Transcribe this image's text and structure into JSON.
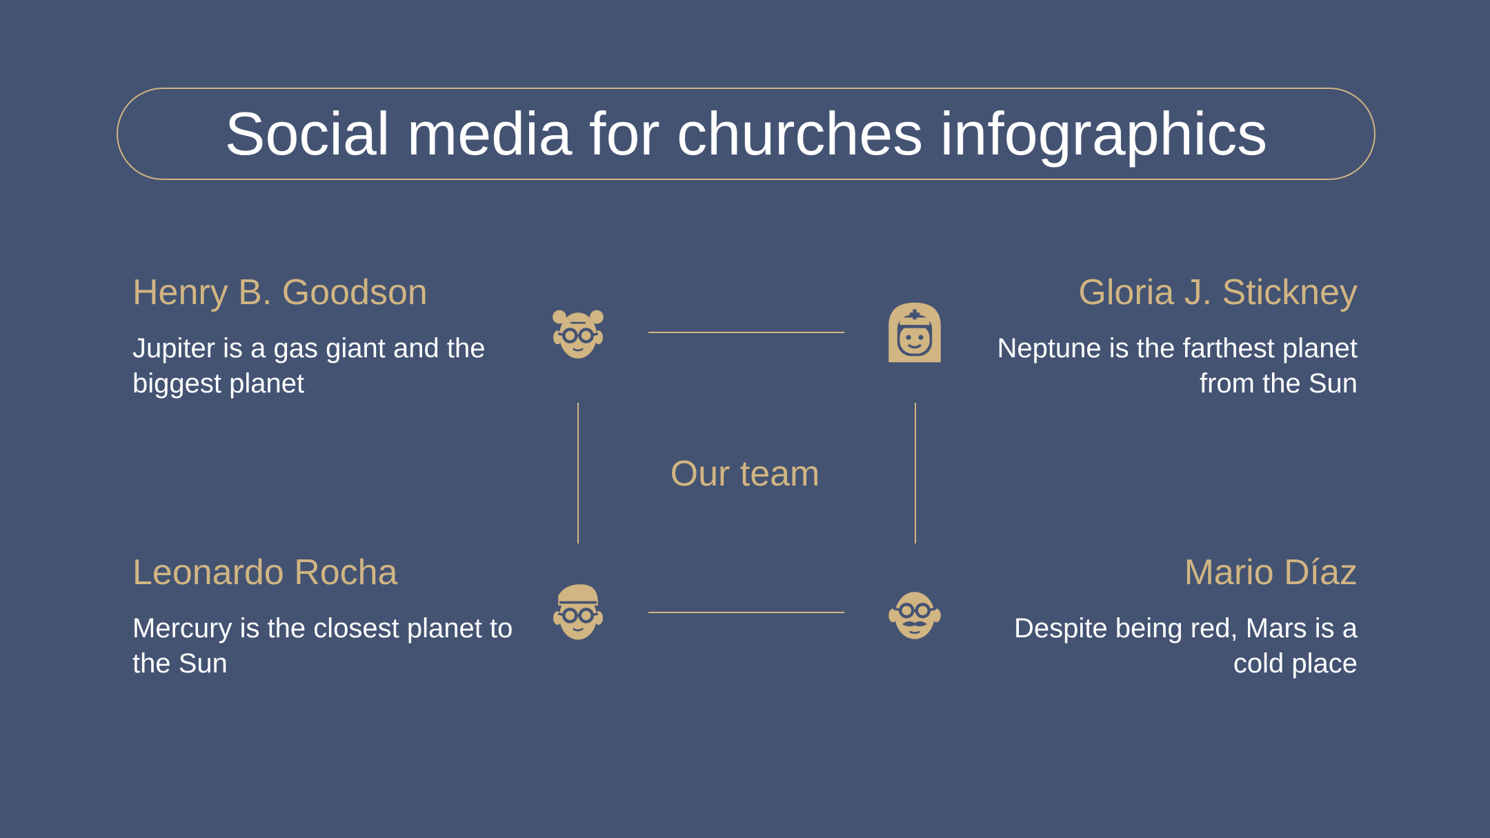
{
  "title": "Social media for churches infographics",
  "center_label": "Our team",
  "colors": {
    "background": "#445372",
    "accent": "#d1b582",
    "text": "#ffffff"
  },
  "members": [
    {
      "name": "Henry B. Goodson",
      "description": "Jupiter is a gas giant and the biggest planet",
      "icon": "elderly-man-glasses-icon"
    },
    {
      "name": "Gloria J. Stickney",
      "description": "Neptune is the farthest planet from the Sun",
      "icon": "nurse-icon"
    },
    {
      "name": "Leonardo Rocha",
      "description": "Mercury is the closest planet to the Sun",
      "icon": "young-man-glasses-icon"
    },
    {
      "name": "Mario Díaz",
      "description": "Despite being red, Mars is a cold place",
      "icon": "man-glasses-mustache-icon"
    }
  ]
}
